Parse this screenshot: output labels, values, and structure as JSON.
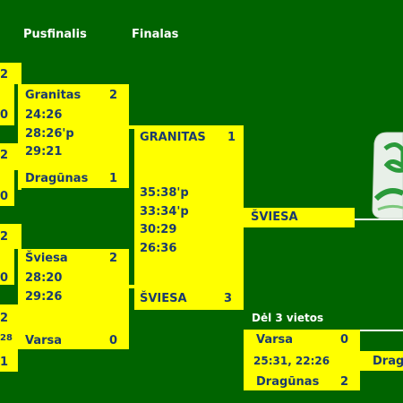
{
  "headers": {
    "semis": "Pusfinalis",
    "final": "Finalas",
    "third": "Dėl 3 vietos"
  },
  "left_partial": {
    "n1": "2",
    "n2": "0",
    "n3": "2",
    "n4": "0",
    "n5": "2",
    "n6": "0",
    "n7": "2",
    "n8": "28",
    "n9": "1"
  },
  "semi1": {
    "team_top": "Granitas",
    "score_top": "2",
    "sets": [
      "24:26",
      "28:26'p",
      "29:21"
    ],
    "team_bottom": "Dragūnas",
    "score_bottom": "1"
  },
  "semi2": {
    "team_top": "Šviesa",
    "score_top": "2",
    "sets": [
      "28:20",
      "29:26"
    ],
    "team_bottom": "Varsa",
    "score_bottom": "0"
  },
  "final": {
    "team_top": "GRANITAS",
    "score_top": "1",
    "sets": [
      "35:38'p",
      "33:34'p",
      "30:29",
      "26:36"
    ],
    "team_bottom": "ŠVIESA",
    "score_bottom": "3"
  },
  "champion": "ŠVIESA",
  "third_place": {
    "team_top": "Varsa",
    "score_top": "0",
    "sets": "25:31, 22:26",
    "team_bottom": "Dragūnas",
    "score_bottom": "2",
    "winner_partial": "Drag"
  },
  "colors": {
    "background": "#006400",
    "bracket": "#ffff00",
    "text": "#1a3a6e"
  },
  "logo_icon": "trophy-logo-icon"
}
